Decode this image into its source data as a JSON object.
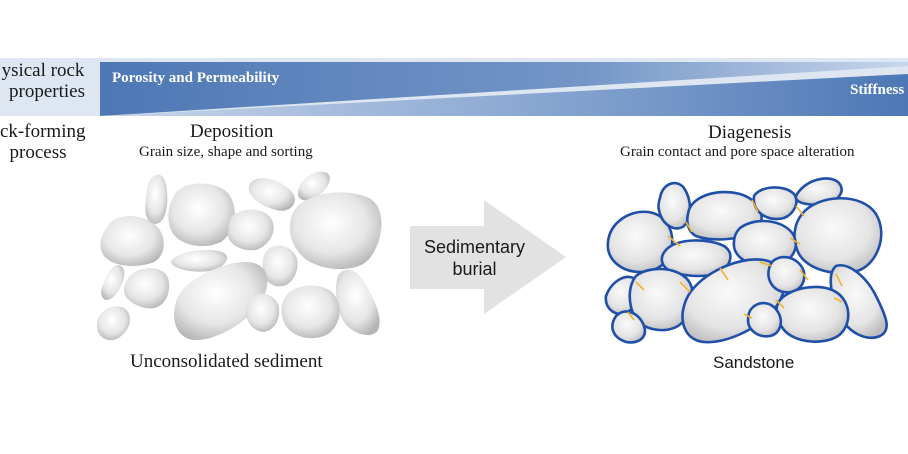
{
  "header": {
    "band_label_line1": "ysical rock",
    "band_label_line2": "properties",
    "ribbon_left": "Porosity and Permeability",
    "ribbon_right": "Stiffness",
    "colors": {
      "band": "#dde6f1",
      "ribbon_dark": "#4f79b6",
      "ribbon_light": "#c9d6e8"
    }
  },
  "process_label": {
    "line1": "ock-forming",
    "line2": "process"
  },
  "deposition": {
    "title": "Deposition",
    "subtitle": "Grain size, shape and sorting",
    "caption": "Unconsolidated sediment"
  },
  "arrow": {
    "line1": "Sedimentary",
    "line2": "burial",
    "color": "#e2e2e2"
  },
  "diagenesis": {
    "title": "Diagenesis",
    "subtitle": "Grain contact and pore space alteration",
    "caption": "Sandstone",
    "colors": {
      "outline": "#1f4fa8",
      "contact": "#f2b330"
    }
  }
}
